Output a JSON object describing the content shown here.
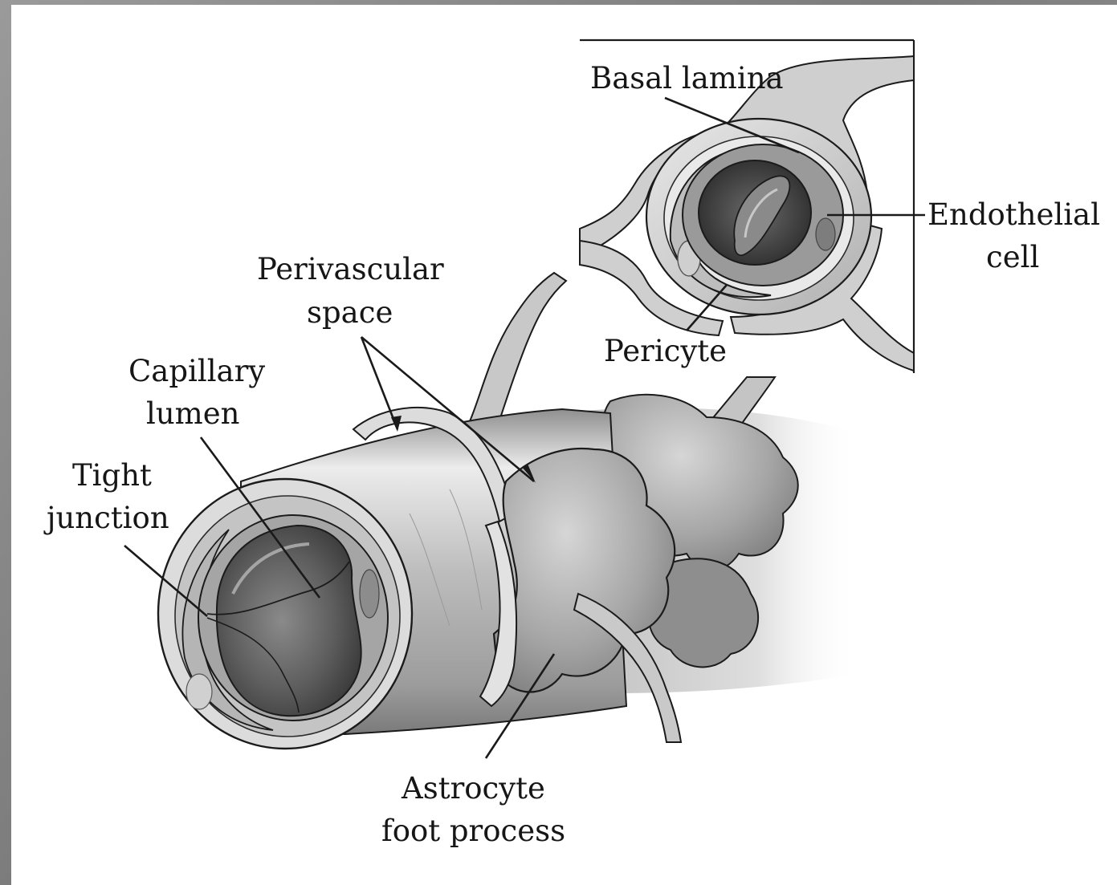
{
  "labels": {
    "basal_lamina": "Basal lamina",
    "endothelial_line1": "Endothelial",
    "endothelial_line2": "cell",
    "pericyte": "Pericyte",
    "perivascular_line1": "Perivascular",
    "perivascular_line2": "space",
    "capillary_line1": "Capillary",
    "capillary_line2": "lumen",
    "tight_line1": "Tight",
    "tight_line2": "junction",
    "astrocyte_line1": "Astrocyte",
    "astrocyte_line2": "foot process"
  },
  "colors": {
    "background_frame": "#8e8e8e",
    "panel": "#ffffff",
    "ink": "#1b1b1b",
    "tissue_light": "#d9d9d9",
    "tissue_mid": "#a9a9a9",
    "tissue_dark": "#5a5a5a",
    "lumen_dark": "#3c3c3c"
  }
}
